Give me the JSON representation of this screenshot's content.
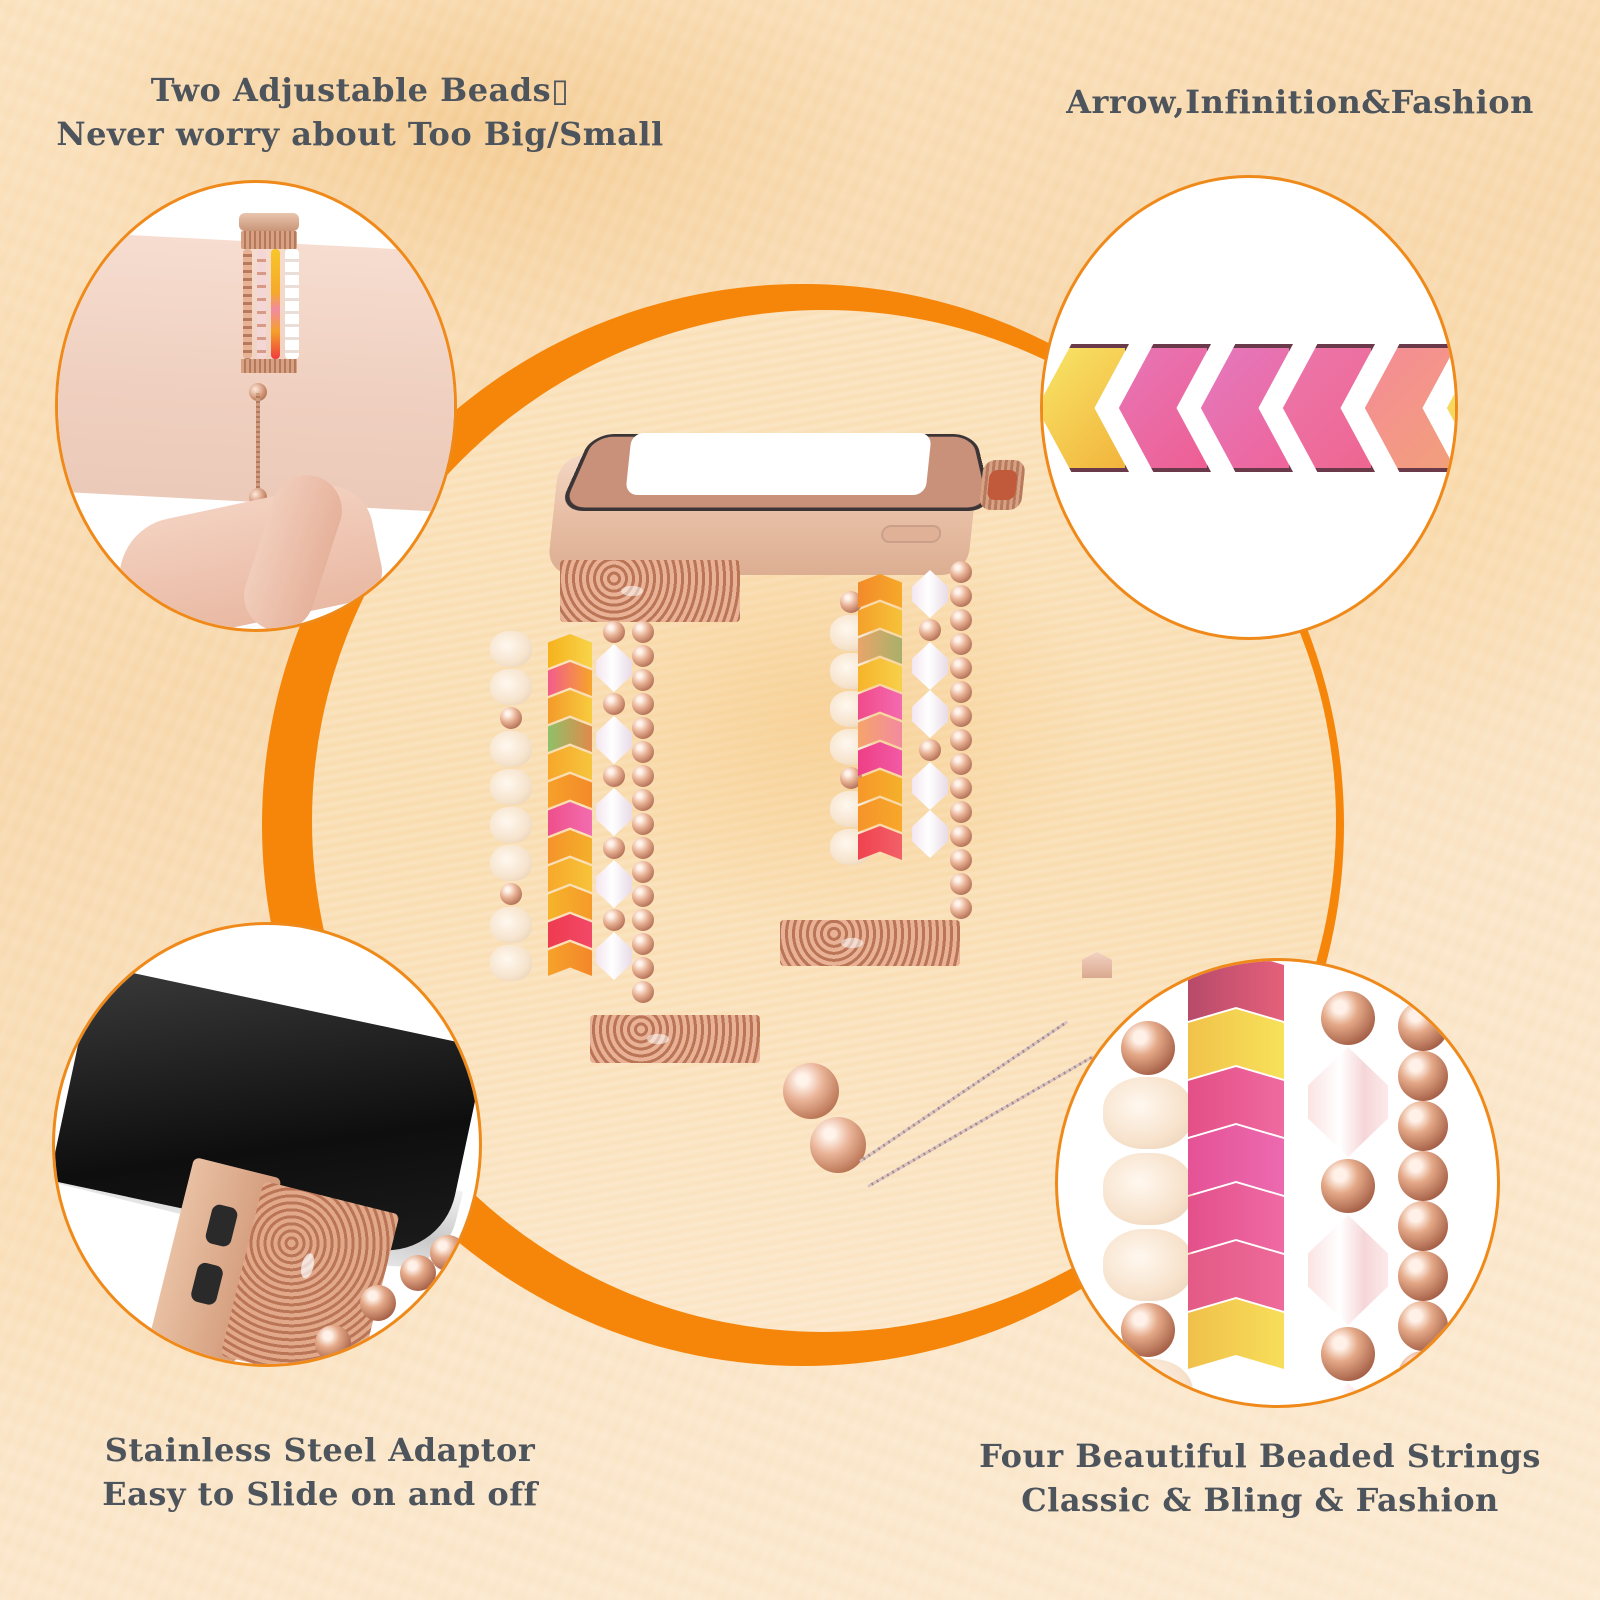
{
  "image": {
    "type": "product-infographic",
    "subject": "beaded watch band with adjustable slider beads"
  },
  "colors": {
    "accent_orange": "#f5860a",
    "circle_border": "#ef8a1a",
    "caption_text": "#4d545c",
    "background_cream": "#fbe3c0",
    "rose_gold": "#e4a988",
    "chevron_pink": "#ec6fa3",
    "chevron_yellow": "#f7d154",
    "chevron_orange": "#f59a2a"
  },
  "captions": {
    "top_left": {
      "line1": "Two Adjustable Beads▯",
      "line2": "Never worry about Too Big/Small"
    },
    "top_right": {
      "line1": "Arrow,Infinition&Fashion"
    },
    "bottom_left": {
      "line1": "Stainless Steel Adaptor",
      "line2": "Easy to Slide on and off"
    },
    "bottom_right": {
      "line1": "Four Beautiful Beaded Strings",
      "line2": "Classic & Bling & Fashion"
    }
  },
  "detail_circles": [
    {
      "position": "top-left",
      "depicts": "band worn on wrist, fingers pulling slider bead"
    },
    {
      "position": "top-right",
      "depicts": "close-up of arrow/chevron hematite beads"
    },
    {
      "position": "bottom-left",
      "depicts": "stainless steel adaptor attached to watch case"
    },
    {
      "position": "bottom-right",
      "depicts": "close-up of four beaded strings"
    }
  ],
  "center_product": {
    "depicts": "rose gold watch with four-strand beaded band and slider chain",
    "strands": [
      "cream faceted pearl beads",
      "multicolor chevron beads",
      "clear crystal bicone beads",
      "rose gold round beads"
    ]
  }
}
